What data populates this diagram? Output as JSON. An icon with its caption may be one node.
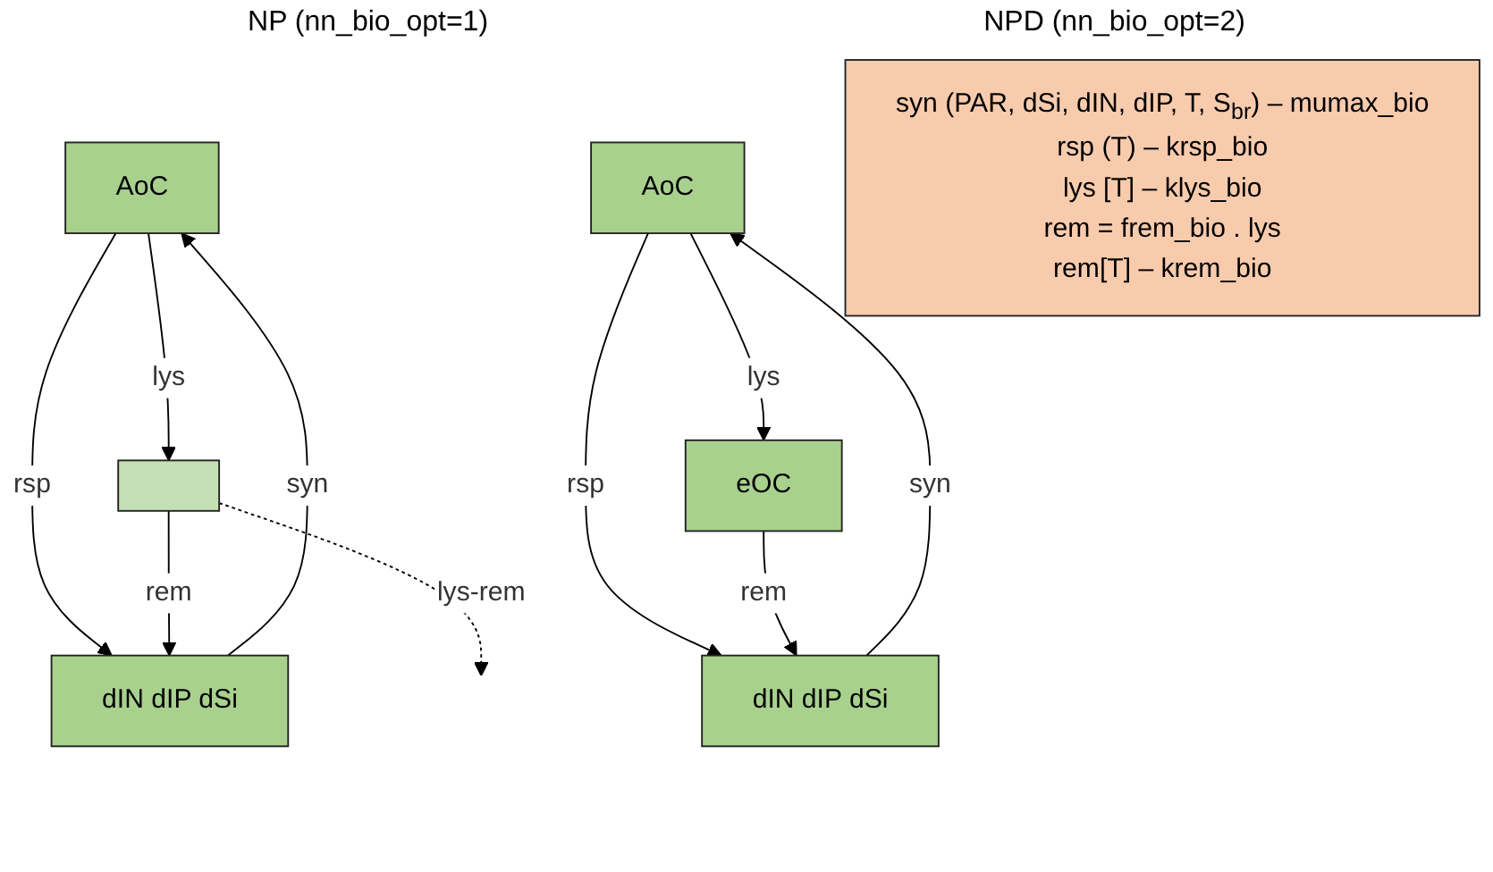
{
  "diagram": {
    "nodes": [
      {
        "text": [
          "AoC"
        ]
      },
      {
        "text": [
          "dIN dIP dSi"
        ]
      },
      {
        "text": [],
        "shape": "box"
      },
      {
        "text": [
          "AoC"
        ]
      },
      {
        "text": [
          "dIN dIP dSi"
        ]
      },
      {
        "text": [
          "eOC"
        ]
      },
      {
        "text": [
          "syn (PAR, dSi, dIN, dIP, T, S$_{br}$) – mumax_bio",
          "rsp (T) – krsp_bio",
          "lys [T] – klys_bio",
          "rem = frem_bio . lys",
          "rem[T] – krem_bio"
        ]
      }
    ],
    "edges": [
      {
        "from": 1,
        "to": 0,
        "arrow": "to",
        "label": "syn"
      },
      {
        "from": 0,
        "to": 1,
        "arrow": "to",
        "label": "rsp"
      },
      {
        "from": 0,
        "to": 2,
        "arrow": "to",
        "label": "lys"
      },
      {
        "from": 2,
        "to": 1,
        "arrow": "to",
        "label": "rem"
      },
      {
        "from": 2,
        "to": null,
        "arrow": "to",
        "label": "lys-rem",
        "style": "dashed"
      },
      {
        "from": 4,
        "to": 3,
        "arrow": "to",
        "label": "syn"
      },
      {
        "from": 3,
        "to": 4,
        "arrow": "to",
        "label": "rsp"
      },
      {
        "from": 3,
        "to": 5,
        "arrow": "to",
        "label": "lys"
      },
      {
        "from": 5,
        "to": 4,
        "arrow": "to",
        "label": "rem"
      }
    ],
    "labels": [
      "NP (nn_bio_opt=1)",
      "NPD (nn_bio_opt=2)"
    ]
  }
}
